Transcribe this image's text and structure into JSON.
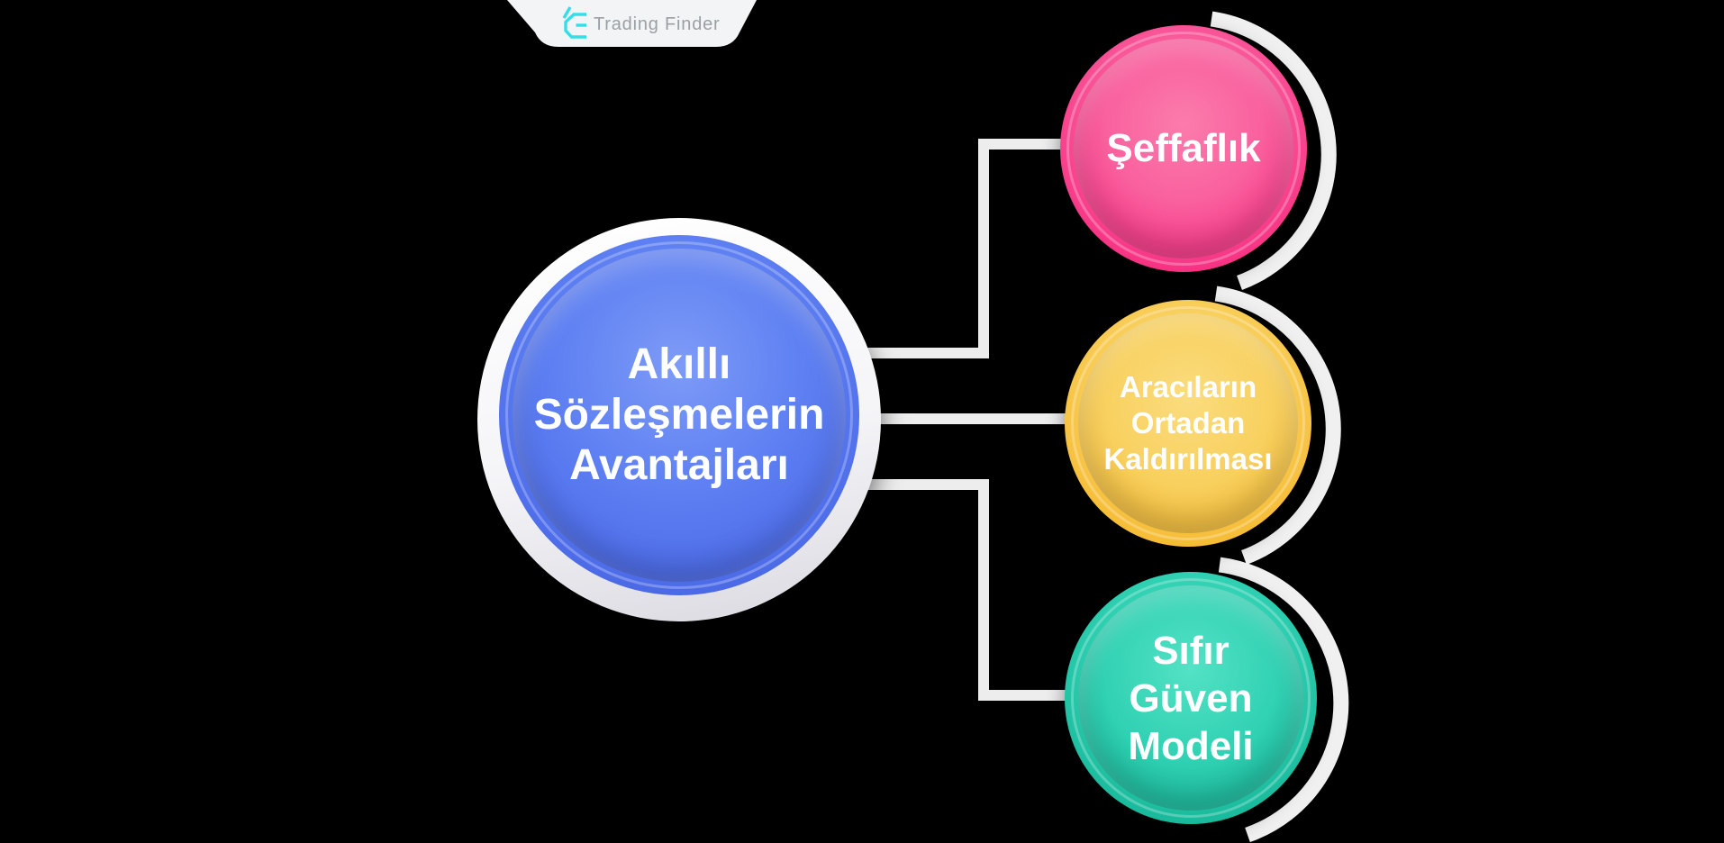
{
  "page": {
    "background_color": "#000000"
  },
  "badge": {
    "brand": "Trading Finder",
    "background_color": "#f3f4f5",
    "text_color": "#9aa0a4",
    "logo_color": "#35dde8"
  },
  "diagram": {
    "center_node": {
      "label": "Akıllı\nSözleşmelerin\nAvantajları",
      "color": "#5e80f2",
      "ring_color": "#ffffff",
      "text_color": "#ffffff"
    },
    "branches": [
      {
        "id": "transparency",
        "label": "Şeffaflık",
        "color": "#f73585",
        "text_color": "#ffffff"
      },
      {
        "id": "intermediaries",
        "label": "Aracıların\nOrtadan\nKaldırılması",
        "color": "#f6bb33",
        "text_color": "#ffffff"
      },
      {
        "id": "zero-trust",
        "label": "Sıfır\nGüven\nModeli",
        "color": "#2fcfb1",
        "text_color": "#ffffff"
      }
    ],
    "connector_color": "#ededee",
    "arc_color": "#f0f0f0"
  }
}
